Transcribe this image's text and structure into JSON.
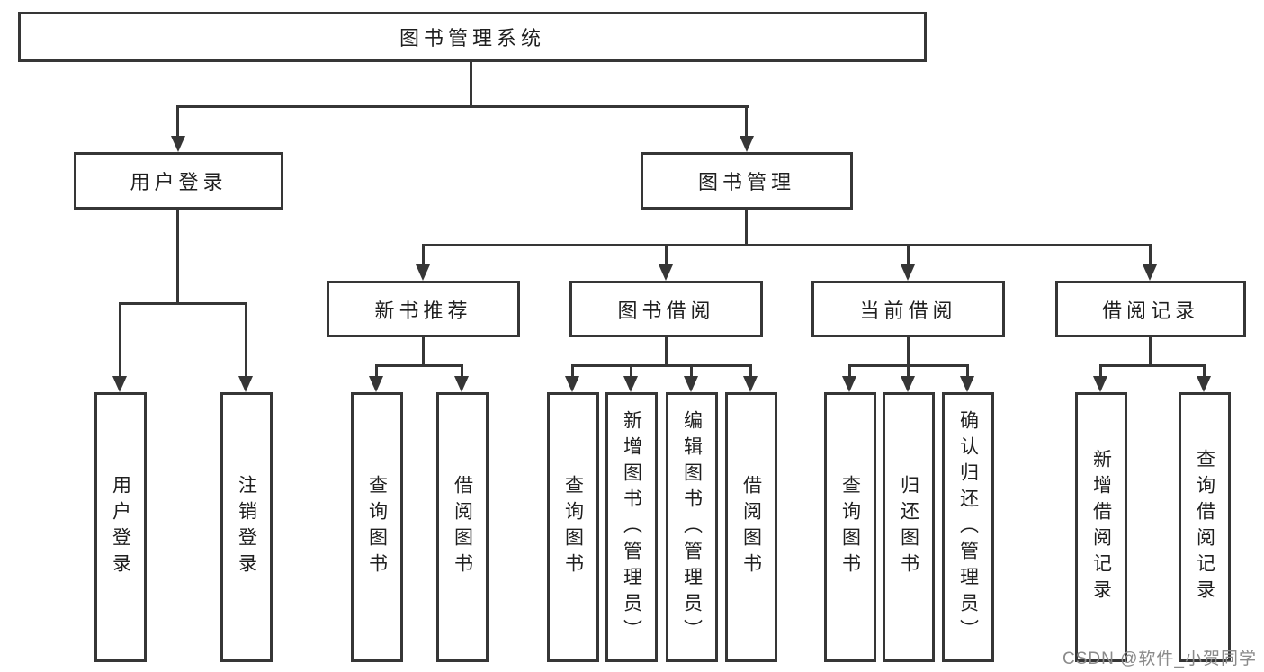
{
  "tree": {
    "label": "图书管理系统",
    "children": [
      {
        "label": "用户登录",
        "children": [
          {
            "label": "用户登录"
          },
          {
            "label": "注销登录"
          }
        ]
      },
      {
        "label": "图书管理",
        "children": [
          {
            "label": "新书推荐",
            "children": [
              {
                "label": "查询图书"
              },
              {
                "label": "借阅图书"
              }
            ]
          },
          {
            "label": "图书借阅",
            "children": [
              {
                "label": "查询图书"
              },
              {
                "label": "新增图书（管理员）"
              },
              {
                "label": "编辑图书（管理员）"
              },
              {
                "label": "借阅图书"
              }
            ]
          },
          {
            "label": "当前借阅",
            "children": [
              {
                "label": "查询图书"
              },
              {
                "label": "归还图书"
              },
              {
                "label": "确认归还（管理员）"
              }
            ]
          },
          {
            "label": "借阅记录",
            "children": [
              {
                "label": "新增借阅记录"
              },
              {
                "label": "查询借阅记录"
              }
            ]
          }
        ]
      }
    ]
  },
  "watermark": "CSDN @软件_小贺同学",
  "colors": {
    "line": "#363636",
    "text": "#1f1f1f",
    "background": "#ffffff",
    "watermark": "#8a8a8a"
  }
}
